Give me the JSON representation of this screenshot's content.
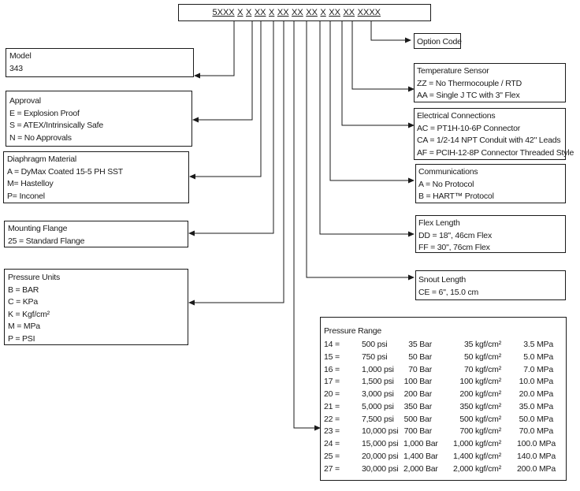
{
  "model_code": [
    "5XXX",
    "X",
    "X",
    "XX",
    "X",
    "XX",
    "XX",
    "XX",
    "X",
    "XX",
    "XX",
    "XXXX"
  ],
  "option_code": {
    "title": "Option Code"
  },
  "model": {
    "title": "Model",
    "lines": [
      "343"
    ]
  },
  "approval": {
    "title": "Approval",
    "lines": [
      "E = Explosion Proof",
      "S = ATEX/Intrinsically Safe",
      "N = No Approvals"
    ]
  },
  "diaphragm": {
    "title": "Diaphragm Material",
    "lines": [
      "A = DyMax Coated 15-5 PH SST",
      "M= Hastelloy",
      "P= Inconel"
    ]
  },
  "mounting": {
    "title": "Mounting Flange",
    "lines": [
      "25 = Standard Flange"
    ]
  },
  "pressure_units": {
    "title": "Pressure Units",
    "lines": [
      "B = BAR",
      "C = KPa",
      "K = Kgf/cm²",
      "M = MPa",
      "P = PSI"
    ]
  },
  "temperature": {
    "title": "Temperature Sensor",
    "lines": [
      "ZZ = No Thermocouple / RTD",
      "AA = Single J TC with 3\" Flex"
    ]
  },
  "electrical": {
    "title": "Electrical Connections",
    "lines": [
      "AC = PT1H-10-6P Connector",
      "CA = 1/2-14 NPT Conduit with 42\" Leads",
      "AF = PCIH-12-8P Connector Threaded Style"
    ]
  },
  "communications": {
    "title": "Communications",
    "lines": [
      "A = No Protocol",
      "B = HART™ Protocol"
    ]
  },
  "flex": {
    "title": "Flex Length",
    "lines": [
      "DD = 18\", 46cm Flex",
      "FF = 30\", 76cm Flex"
    ]
  },
  "snout": {
    "title": "Snout Length",
    "lines": [
      "CE = 6\", 15.0 cm"
    ]
  },
  "pressure_range": {
    "title": "Pressure Range",
    "rows": [
      [
        "14 =",
        "500 psi",
        "35 Bar",
        "35 kgf/cm²",
        "3.5 MPa"
      ],
      [
        "15 =",
        "750 psi",
        "50 Bar",
        "50 kgf/cm²",
        "5.0 MPa"
      ],
      [
        "16 =",
        "1,000 psi",
        "70 Bar",
        "70 kgf/cm²",
        "7.0 MPa"
      ],
      [
        "17 =",
        "1,500 psi",
        "100 Bar",
        "100 kgf/cm²",
        "10.0 MPa"
      ],
      [
        "20 =",
        "3,000 psi",
        "200 Bar",
        "200 kgf/cm²",
        "20.0 MPa"
      ],
      [
        "21 =",
        "5,000 psi",
        "350 Bar",
        "350 kgf/cm²",
        "35.0 MPa"
      ],
      [
        "22 =",
        "7,500 psi",
        "500 Bar",
        "500 kgf/cm²",
        "50.0 MPa"
      ],
      [
        "23 =",
        "10,000 psi",
        "700 Bar",
        "700 kgf/cm²",
        "70.0 MPa"
      ],
      [
        "24 =",
        "15,000 psi",
        "1,000 Bar",
        "1,000 kgf/cm²",
        "100.0 MPa"
      ],
      [
        "25 =",
        "20,000 psi",
        "1,400 Bar",
        "1,400 kgf/cm²",
        "140.0 MPa"
      ],
      [
        "27 =",
        "30,000 psi",
        "2,000 Bar",
        "2,000 kgf/cm²",
        "200.0 MPa"
      ]
    ]
  }
}
